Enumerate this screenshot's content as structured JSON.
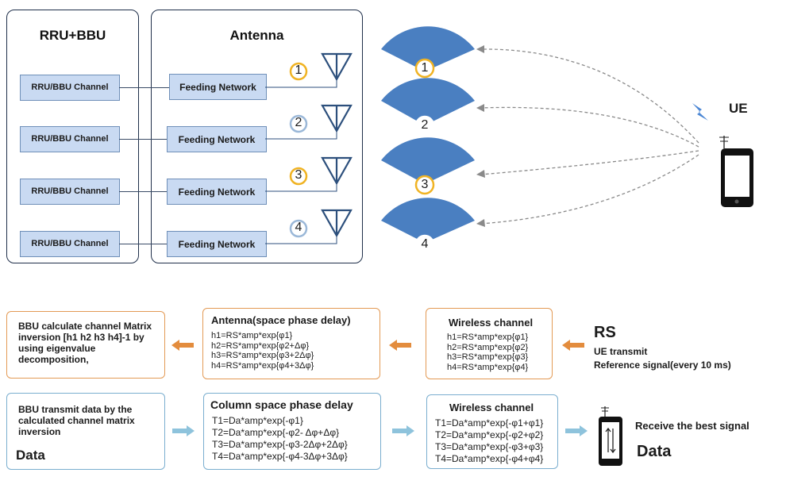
{
  "left_panel": {
    "title": "RRU+BBU",
    "channels": [
      "RRU/BBU Channel",
      "RRU/BBU Channel",
      "RRU/BBU Channel",
      "RRU/BBU Channel"
    ]
  },
  "antenna_panel": {
    "title": "Antenna",
    "feeding": [
      "Feeding Network",
      "Feeding Network",
      "Feeding Network",
      "Feeding Network"
    ]
  },
  "port_numbers": [
    "1",
    "2",
    "3",
    "4"
  ],
  "beam_numbers": [
    "1",
    "2",
    "3",
    "4"
  ],
  "ue_label": "UE",
  "uplink": {
    "bbu_text": "BBU calculate channel Matrix inversion [h1 h2 h3 h4]-1 by using eigenvalue decomposition,",
    "antenna_title": "Antenna(space phase delay)",
    "antenna_eqs": [
      "h1=RS*amp*exp{φ1}",
      "h2=RS*amp*exp{φ2+Δφ}",
      "h3=RS*amp*exp{φ3+2Δφ}",
      "h4=RS*amp*exp{φ4+3Δφ}"
    ],
    "wireless_title": "Wireless channel",
    "wireless_eqs": [
      "h1=RS*amp*exp{φ1}",
      "h2=RS*amp*exp{φ2}",
      "h3=RS*amp*exp{φ3}",
      "h4=RS*amp*exp{φ4}"
    ],
    "rs_title": "RS",
    "rs_line1": "UE transmit",
    "rs_line2": "Reference signal(every 10 ms)"
  },
  "downlink": {
    "bbu_text": "BBU transmit data by the calculated channel matrix inversion",
    "data_label": "Data",
    "column_title": "Column space phase delay",
    "column_eqs": [
      "T1=Da*amp*exp{-φ1}",
      "T2=Da*amp*exp{-φ2- Δφ+Δφ}",
      "T3=Da*amp*exp{-φ3-2Δφ+2Δφ}",
      "T4=Da*amp*exp{-φ4-3Δφ+3Δφ}"
    ],
    "wireless_title": "Wireless channel",
    "wireless_eqs": [
      "T1=Da*amp*exp{-φ1+φ1}",
      "T2=Da*amp*exp{-φ2+φ2}",
      "T3=Da*amp*exp{-φ3+φ3}",
      "T4=Da*amp*exp{-φ4+φ4}"
    ],
    "receive_text": "Receive the best signal",
    "receive_data": "Data"
  },
  "colors": {
    "beam": "#4a7fc1",
    "channel_fill": "#c9daf2",
    "orange": "#e38c3d",
    "lightblue": "#8ec3dc",
    "port_ring_orange": "#f0b323",
    "port_ring_blue": "#9bb8d8"
  },
  "icons": [
    "antenna-icon",
    "signal-bolt-icon",
    "phone-icon",
    "arrow-left-icon",
    "arrow-right-icon"
  ]
}
